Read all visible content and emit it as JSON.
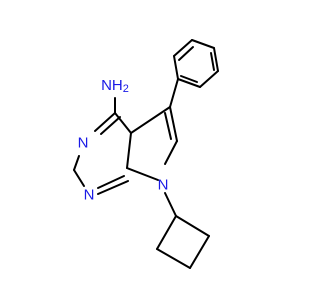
{
  "molecule": {
    "atoms": {
      "amine": "NH",
      "amine_subscript": "2",
      "n3": "N",
      "n1": "N",
      "n7": "N"
    },
    "colors": {
      "bond": "#000000",
      "nitrogen": "#1a1ae6"
    }
  }
}
